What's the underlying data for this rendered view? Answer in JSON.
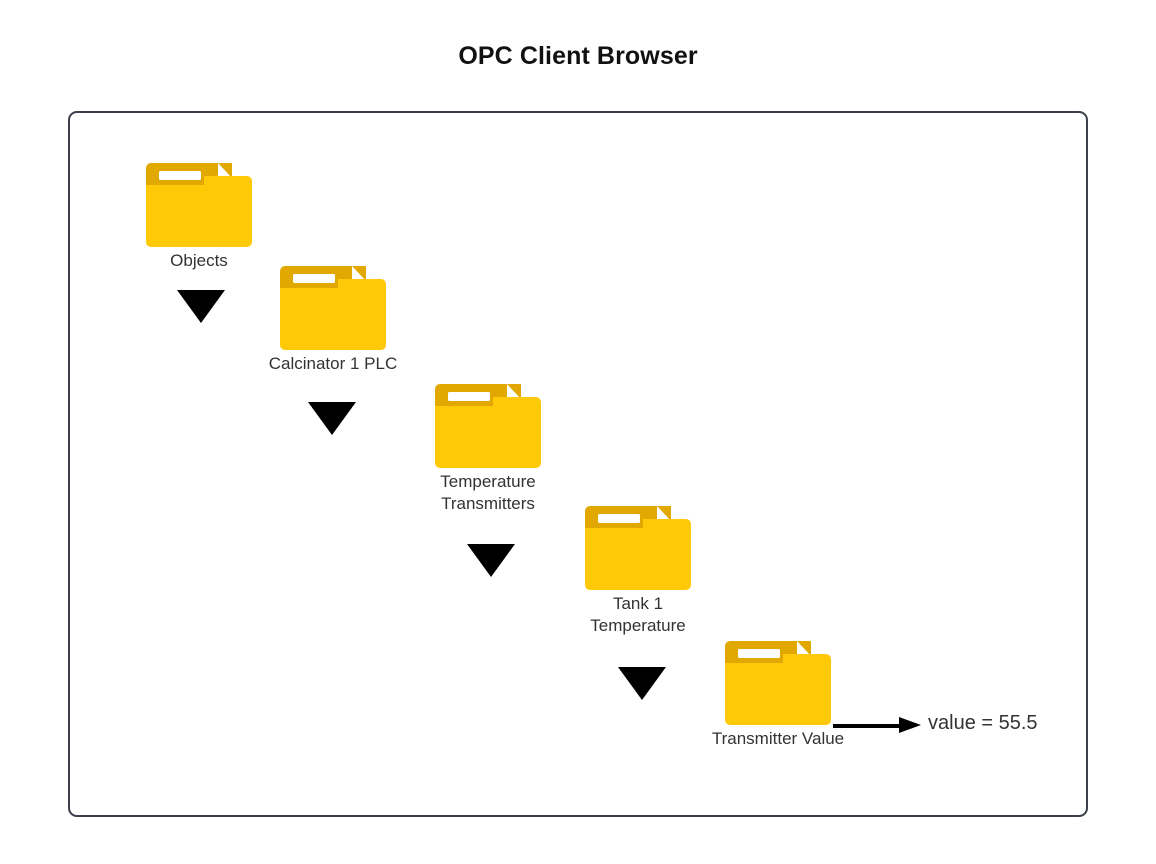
{
  "page": {
    "title": "OPC Client Browser"
  },
  "browser": {
    "nodes": [
      {
        "label": "Objects",
        "icon": "folder-icon"
      },
      {
        "label": "Calcinator 1 PLC",
        "icon": "folder-icon"
      },
      {
        "label": "Temperature\nTransmitters",
        "icon": "folder-icon"
      },
      {
        "label": "Tank 1\nTemperature",
        "icon": "folder-icon"
      },
      {
        "label": "Transmitter Value",
        "icon": "folder-icon"
      }
    ],
    "connectors": [
      {
        "icon": "triangle-down-icon"
      },
      {
        "icon": "triangle-down-icon"
      },
      {
        "icon": "triangle-down-icon"
      },
      {
        "icon": "triangle-down-icon"
      }
    ],
    "value_arrow": {
      "icon": "arrow-right-icon"
    },
    "value_readout": "value = 55.5"
  },
  "colors": {
    "folder_body": "#ffc907",
    "folder_tab": "#e0a800",
    "folder_slot": "#ffffff",
    "frame_border": "#3a3f4b",
    "connector": "#000000",
    "text": "#333333",
    "background": "#ffffff"
  }
}
